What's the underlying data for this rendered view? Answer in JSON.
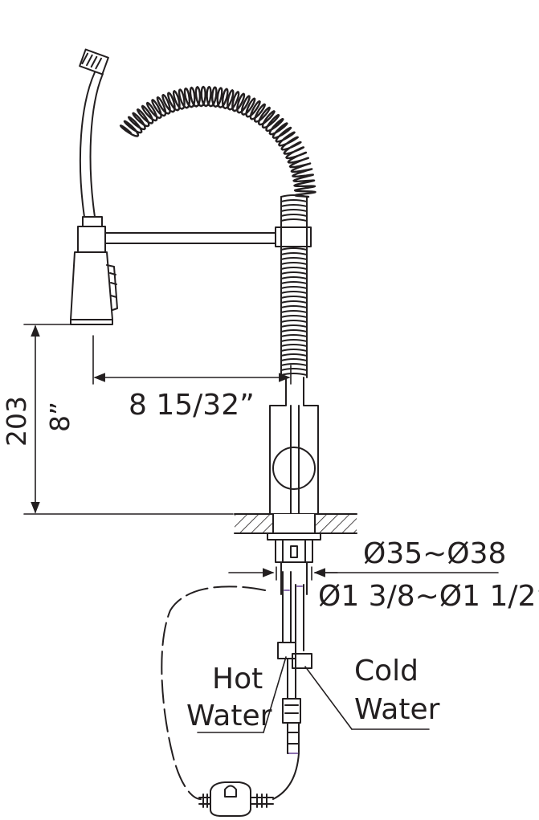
{
  "dimensions": {
    "reach_imperial": "8 15/32”",
    "height_mm": "203",
    "height_imperial": "8”",
    "hole_mm": "Ø35~Ø38",
    "hole_imperial": "Ø1 3/8~Ø1 1/2”"
  },
  "callouts": {
    "hot_line1": "Hot",
    "hot_line2": "Water",
    "cold_line1": "Cold",
    "cold_line2": "Water"
  },
  "colors": {
    "line": "#231f20",
    "accent_hose": "#8b6fb0"
  }
}
